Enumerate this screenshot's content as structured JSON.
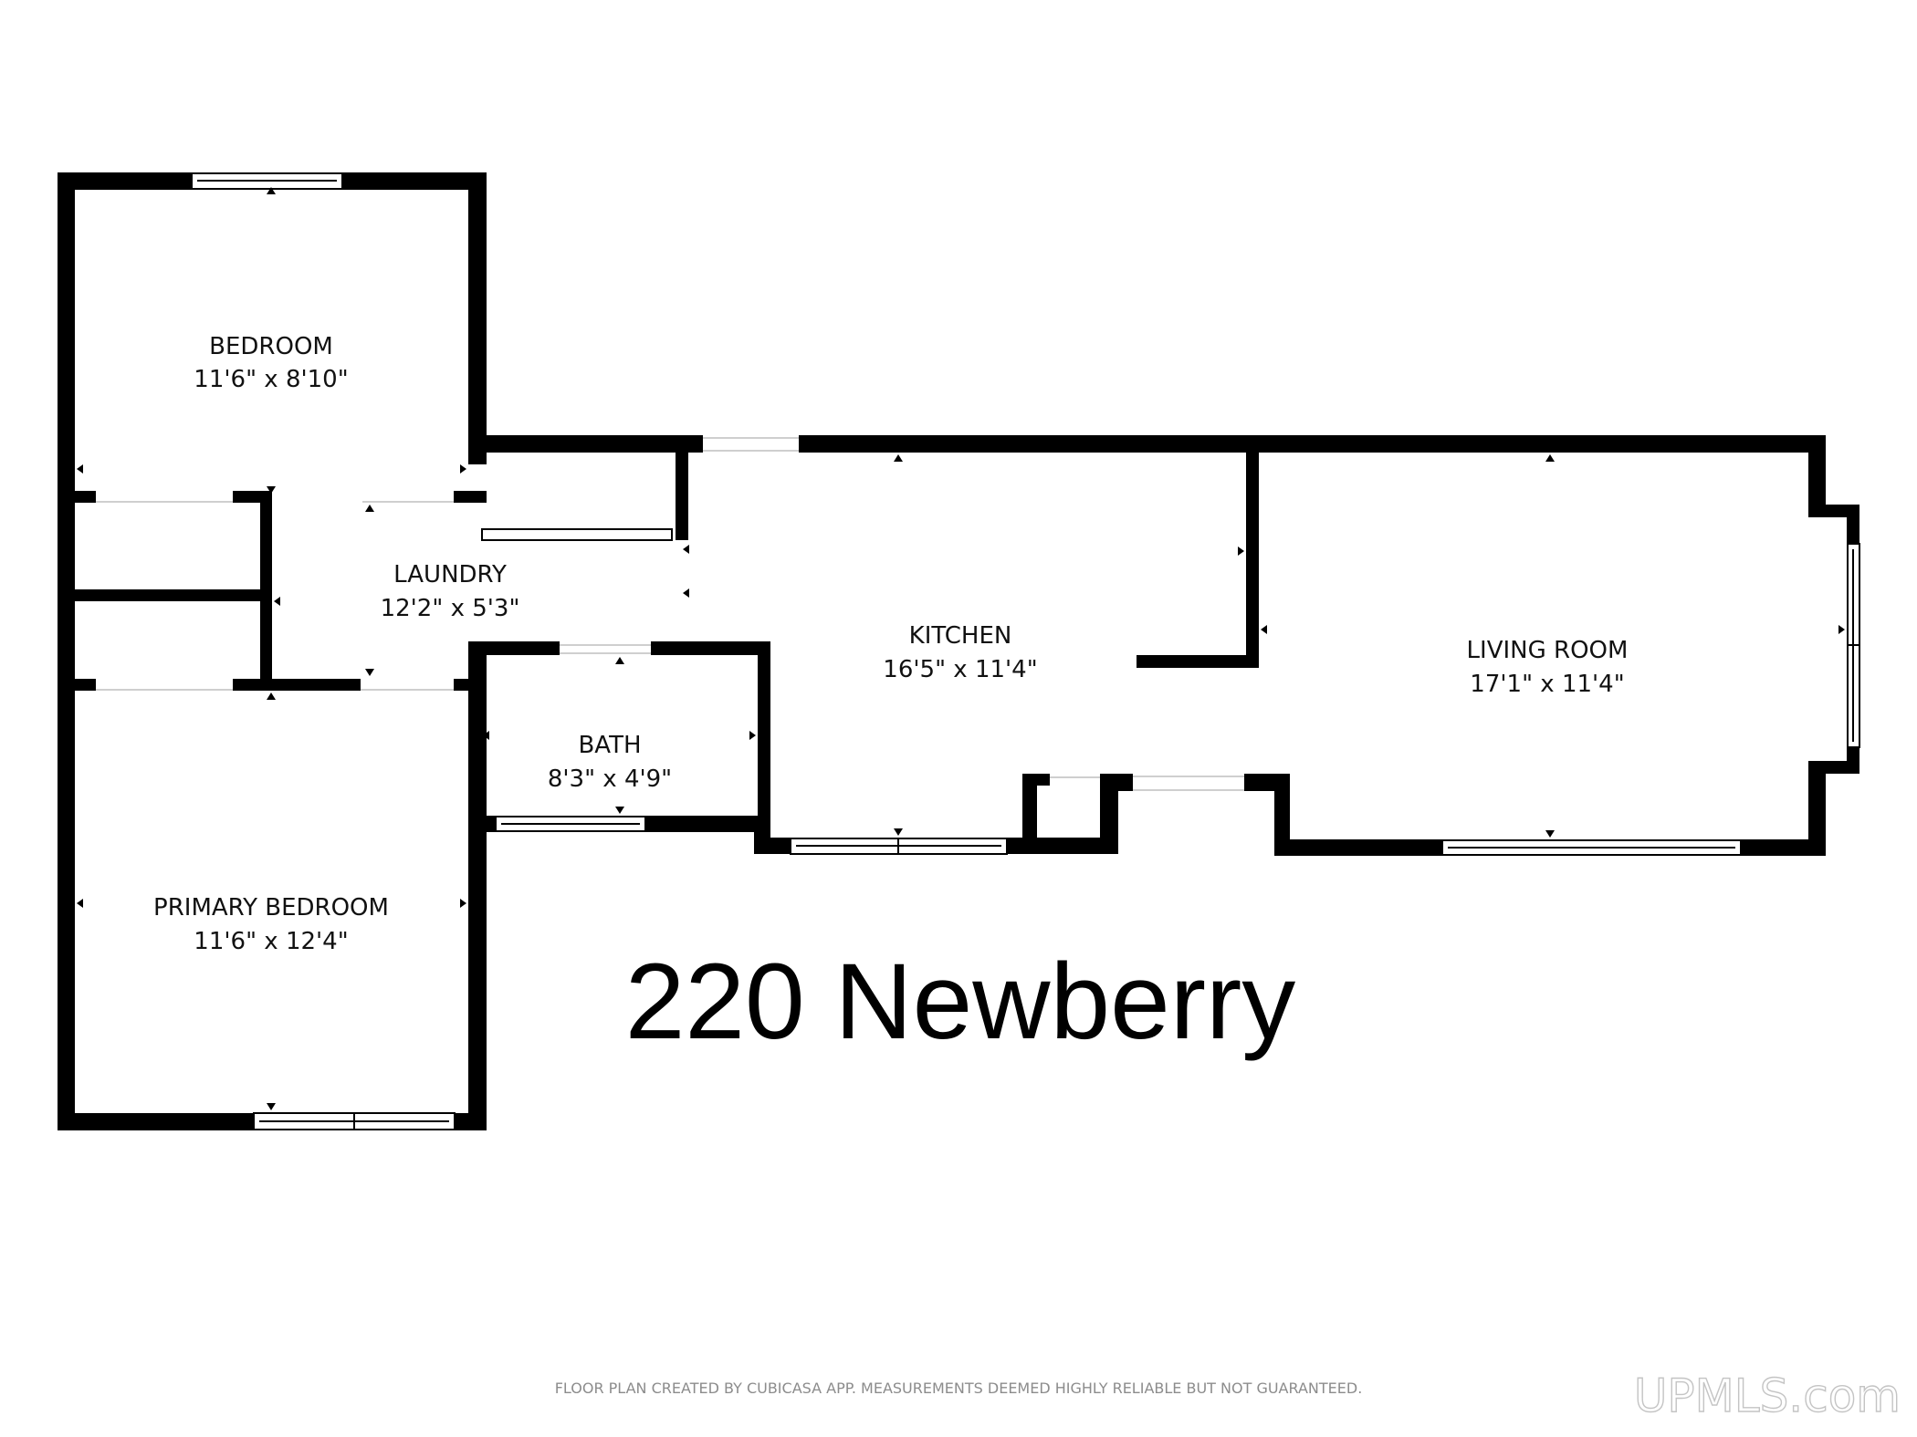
{
  "address": "220 Newberry",
  "rooms": [
    {
      "name": "BEDROOM",
      "dimensions": "11'6\" x 8'10\""
    },
    {
      "name": "LAUNDRY",
      "dimensions": "12'2\" x 5'3\""
    },
    {
      "name": "KITCHEN",
      "dimensions": "16'5\" x 11'4\""
    },
    {
      "name": "LIVING ROOM",
      "dimensions": "17'1\" x 11'4\""
    },
    {
      "name": "BATH",
      "dimensions": "8'3\" x 4'9\""
    },
    {
      "name": "PRIMARY BEDROOM",
      "dimensions": "11'6\" x 12'4\""
    }
  ],
  "disclaimer": "FLOOR PLAN CREATED BY CUBICASA APP. MEASUREMENTS DEEMED HIGHLY RELIABLE BUT NOT GUARANTEED.",
  "brand": "UPMLS.com",
  "colors": {
    "wall": "#000000",
    "background": "#ffffff",
    "window": "#ffffff"
  }
}
